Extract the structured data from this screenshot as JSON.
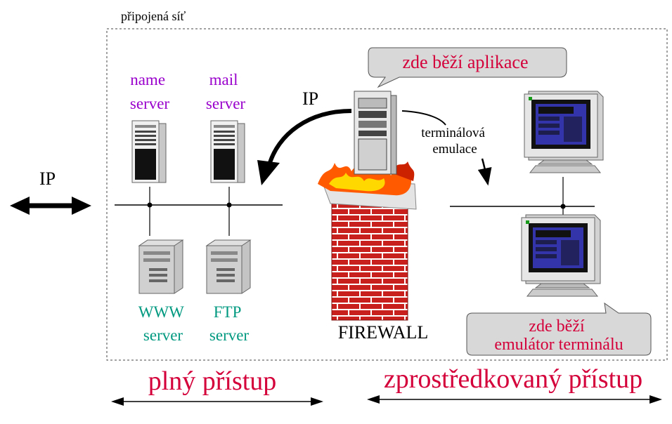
{
  "network_label": "připojená síť",
  "left_ip_label": "IP",
  "curve_ip_label": "IP",
  "name_server": [
    "name",
    "server"
  ],
  "mail_server": [
    "mail",
    "server"
  ],
  "www_server": [
    "WWW",
    "server"
  ],
  "ftp_server": [
    "FTP",
    "server"
  ],
  "app_bubble": "zde běží aplikace",
  "terminal_emulation": [
    "terminálová",
    "emulace"
  ],
  "firewall_label": "FIREWALL",
  "emulator_bubble": [
    "zde běží",
    "emulátor terminálu"
  ],
  "full_access": "plný přístup",
  "mediated_access": "zprostředkovaný přístup",
  "colors": {
    "server_top_labels": "#9900cc",
    "server_bottom_labels": "#009980",
    "red_text": "#d4003a",
    "bubble_fill": "#d8d8d8",
    "brick": "#c8201c",
    "screen": "#3333aa"
  },
  "icons": [
    "server-tower-icon",
    "desktop-computer-icon",
    "firewall-brick-wall-icon",
    "flame-icon"
  ]
}
